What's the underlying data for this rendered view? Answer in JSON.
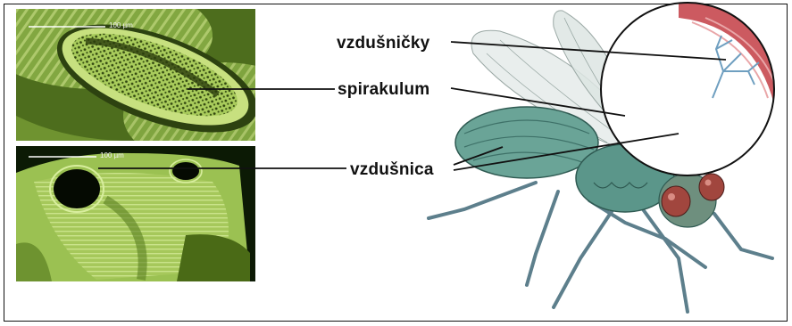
{
  "labels": {
    "tracheoles": "vzdušničky",
    "spiracle": "spirakulum",
    "trachea": "vzdušnica"
  },
  "micrographs": {
    "top_scale": "100 µm",
    "bottom_scale": "100 µm"
  },
  "colors": {
    "micrograph_green": "#b6d36a",
    "micrograph_dark": "#0c1a05",
    "fly_body": "#5f9a8c",
    "trachea_tube": "#9fc2dc",
    "eye": "#a1463e",
    "muscle": "#cc5a60",
    "wing": "#dfe6e4"
  }
}
